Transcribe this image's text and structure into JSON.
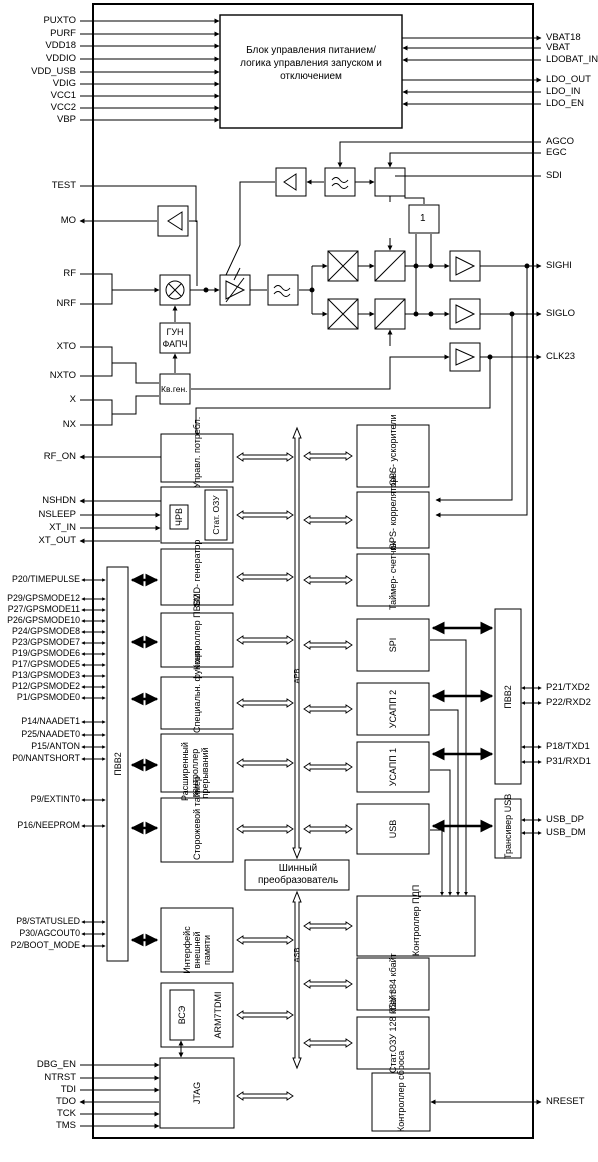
{
  "left_pins_top": [
    "PUXTO",
    "PURF",
    "VDD18",
    "VDDIO",
    "VDD_USB",
    "VDIG",
    "VCC1",
    "VCC2",
    "VBP"
  ],
  "right_pins_top": [
    "VBAT18",
    "VBAT",
    "LDOBAT_IN",
    "LDO_OUT",
    "LDO_IN",
    "LDO_EN"
  ],
  "power_block": "Блок управления питанием/ логика управления запуском и отключением",
  "rf_pins_left": {
    "test": "TEST",
    "mo": "MO",
    "rf": "RF",
    "nrf": "NRF",
    "xto": "XTO",
    "nxto": "NXTO",
    "x": "X",
    "nx": "NX",
    "rf_on": "RF_ON"
  },
  "rf_pins_right": {
    "agco": "AGCO",
    "egc": "EGC",
    "sdi": "SDI",
    "sighi": "SIGHI",
    "siglo": "SIGLO",
    "clk23": "CLK23"
  },
  "rf_blocks": {
    "one": "1",
    "vco": "ГУН ФАПЧ",
    "xosc": "Кв.ген."
  },
  "mid_pins_left": [
    "NSHDN",
    "NSLEEP",
    "XT_IN",
    "XT_OUT"
  ],
  "gpio_pins_left": [
    "P20/TIMEPULSE",
    "P29/GPSMODE12",
    "P27/GPSMODE11",
    "P26/GPSMODE10",
    "P24/GPSMODE8",
    "P23/GPSMODE7",
    "P19/GPSMODE6",
    "P17/GPSMODE5",
    "P13/GPSMODE3",
    "P12/GPSMODE2",
    "P1/GPSMODE0",
    "P14/NAADET1",
    "P25/NAADET0",
    "P15/ANTON",
    "P0/NANTSHORT",
    "P9/EXTINT0",
    "P16/NEEPROM",
    "P8/STATUSLED",
    "P30/AGCOUT0",
    "P2/BOOT_MODE"
  ],
  "jtag_pins_left": [
    "DBG_EN",
    "NTRST",
    "TDI",
    "TDO",
    "TCK",
    "TMS"
  ],
  "right_pins_bottom": {
    "p21": "P21/TXD2",
    "p22": "P22/RXD2",
    "p18": "P18/TXD1",
    "p31": "P31/RXD1",
    "usb_dp": "USB_DP",
    "usb_dm": "USB_DM",
    "nreset": "NRESET"
  },
  "blocks": {
    "power_mgmt": "Управл. потребл.",
    "rtc": "ЧРВ",
    "ram_small": "Стат. ОЗУ",
    "smd_gen": "SMD- генератор",
    "pio_ctrl": "Контроллер ПВВ2",
    "special_func": "Специальн. функция",
    "ext_irq": "Расширенный контроллер прерываний",
    "watchdog": "Сторожевой таймер",
    "ext_mem": "Интерфейс внешней памяти",
    "bce": "ВСЭ",
    "arm": "ARM7TDMI",
    "jtag": "JTAG",
    "gps_acc": "GPS- ускорители",
    "gps_corr": "GPS- корреляторы",
    "timer": "Таймер- счетчик",
    "spi": "SPI",
    "usart2": "УСАПП 2",
    "usart1": "УСАПП 1",
    "usb": "USB",
    "pdp": "Контроллер ПДП",
    "rom": "ПЗУ 384 кбайт",
    "sram": "Стат.ОЗУ 128 кбайт",
    "reset_ctrl": "Контроллер сброса",
    "pio2_left": "ПВВ2",
    "pio2_right": "ПВВ2",
    "usb_xcvr": "Трансивер USB",
    "bus_bridge": "Шинный преобразователь",
    "apb": "APB",
    "asb": "ASB"
  }
}
